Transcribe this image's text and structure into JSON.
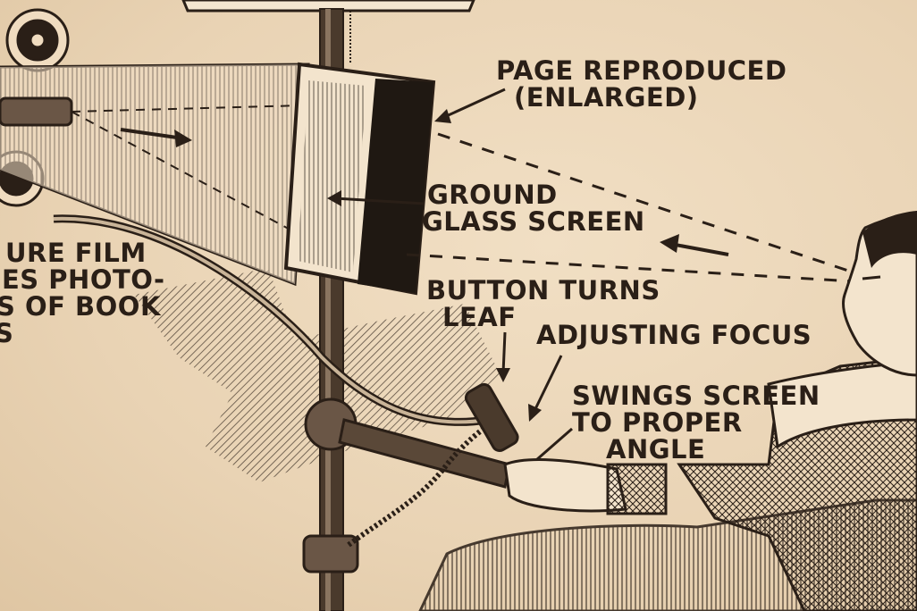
{
  "labels": {
    "page_reproduced": [
      "PAGE REPRODUCED",
      "(ENLARGED)"
    ],
    "ground_glass": [
      "GROUND",
      "GLASS SCREEN"
    ],
    "film": [
      "URE FILM",
      "ES PHOTO-",
      "S OF BOOK",
      "S"
    ],
    "button": [
      "BUTTON TURNS",
      "LEAF"
    ],
    "focus": "ADJUSTING FOCUS",
    "swings": [
      "SWINGS SCREEN",
      "TO PROPER",
      "ANGLE"
    ]
  },
  "colors": {
    "paper": "#ecd9bd",
    "ink": "#2a1f17"
  }
}
